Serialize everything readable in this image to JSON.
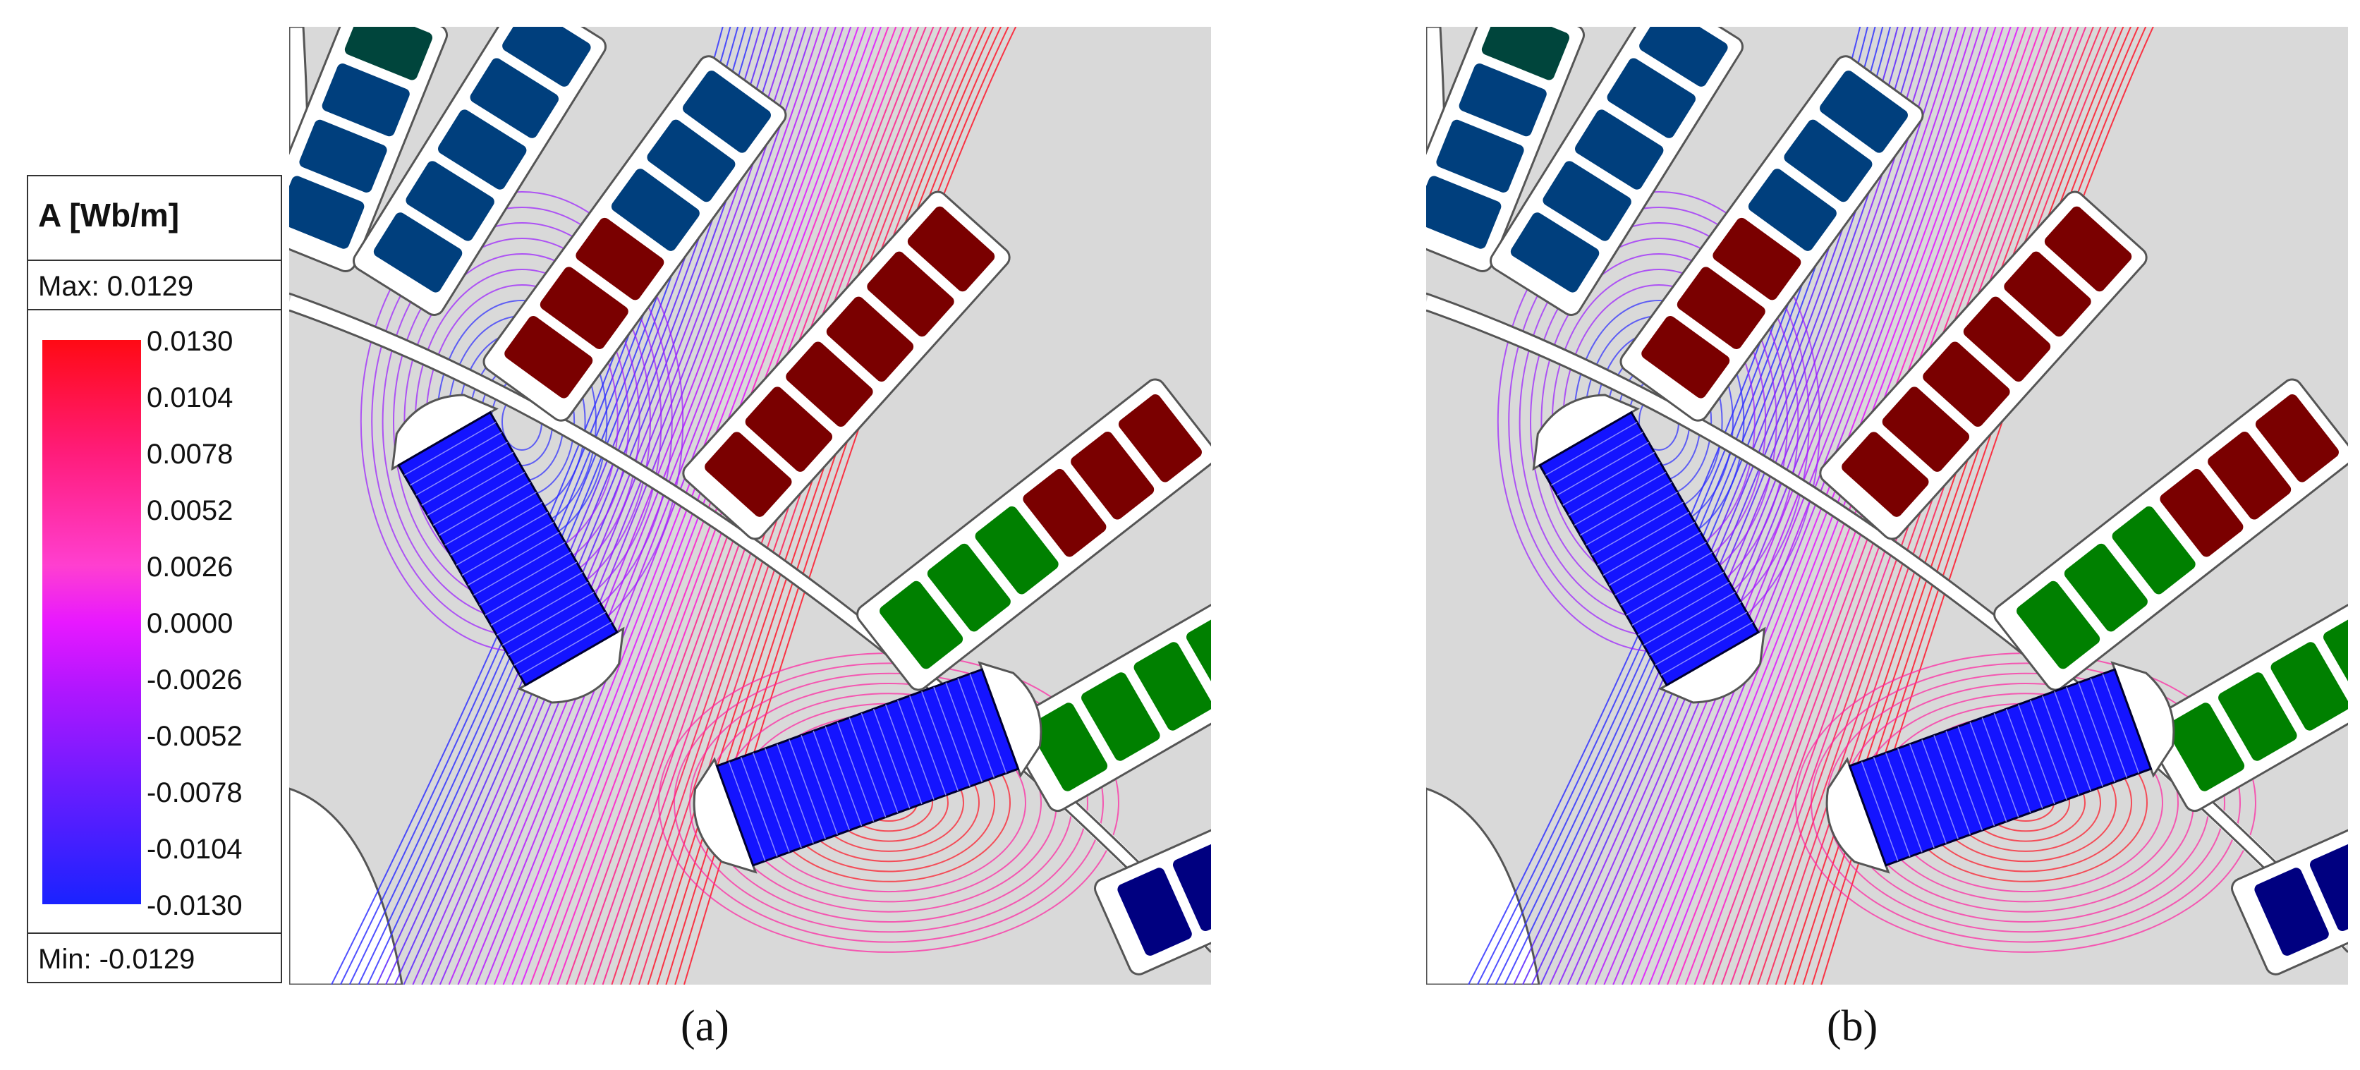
{
  "legend": {
    "title": "A [Wb/m]",
    "max_label": "Max: 0.0129",
    "min_label": "Min: -0.0129",
    "ticks": [
      "0.0130",
      "0.0104",
      "0.0078",
      "0.0052",
      "0.0026",
      "0.0000",
      "-0.0026",
      "-0.0052",
      "-0.0078",
      "-0.0104",
      "-0.0130"
    ],
    "colors": {
      "high": "#ff0a14",
      "mid": "#e818ff",
      "low": "#1a22ff"
    }
  },
  "panels": [
    {
      "caption": "(a)"
    },
    {
      "caption": "(b)"
    }
  ],
  "colors": {
    "iron": "#d9d9d9",
    "outline": "#555555",
    "magnet": "#1414ff",
    "phase_blue": "#003f7d",
    "phase_red": "#7a0000",
    "phase_green": "#008000",
    "phase_navy": "#000080",
    "slot_teal": "#00453c"
  }
}
